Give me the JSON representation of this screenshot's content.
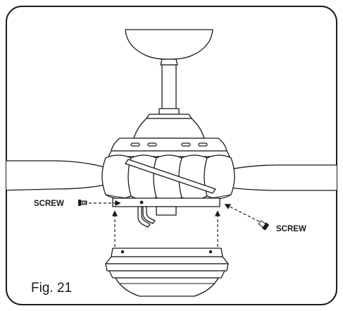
{
  "labels": {
    "screw_left": "SCREW",
    "screw_right": "SCREW",
    "figure_caption": "Fig. 21"
  },
  "colors": {
    "line": "#1a1a1a",
    "background": "#ffffff"
  }
}
